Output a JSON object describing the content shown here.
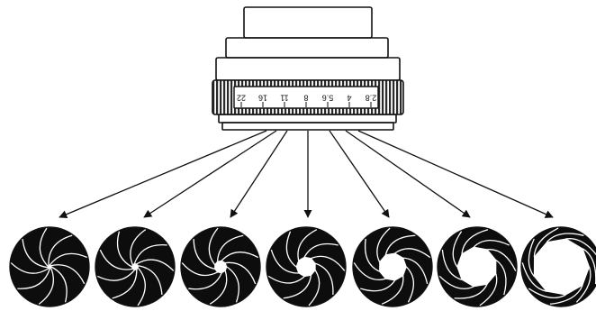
{
  "lens": {
    "aperture_scale": [
      "2.8",
      "4",
      "5.6",
      "8",
      "11",
      "16",
      "22"
    ]
  },
  "diaphragms": [
    {
      "stop": "22",
      "opening": 0.05
    },
    {
      "stop": "16",
      "opening": 0.09
    },
    {
      "stop": "11",
      "opening": 0.17
    },
    {
      "stop": "8",
      "opening": 0.27
    },
    {
      "stop": "5.6",
      "opening": 0.38
    },
    {
      "stop": "4",
      "opening": 0.55
    },
    {
      "stop": "2.8",
      "opening": 0.78
    }
  ],
  "colors": {
    "ink": "#111111",
    "blade": "#0d0d0d",
    "paper": "#ffffff",
    "knurl": "#2a2a2a"
  }
}
